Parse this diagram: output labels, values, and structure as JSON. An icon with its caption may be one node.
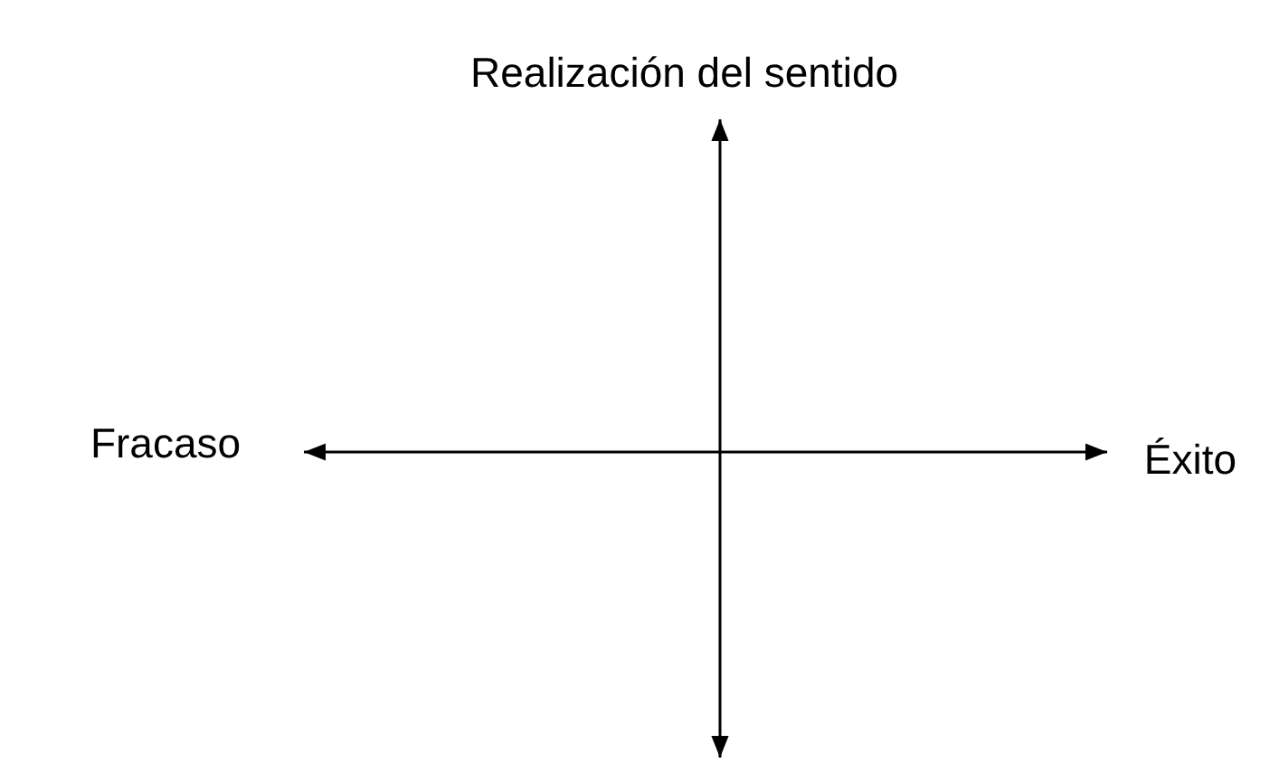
{
  "diagram": {
    "nodes": [
      {
        "text": [
          "Realización del sentido"
        ]
      },
      {
        "text": [
          "Fracaso"
        ]
      },
      {
        "text": [
          "Éxito"
        ]
      }
    ],
    "edges": [
      {
        "from": 1,
        "to": 2,
        "arrow": "both"
      },
      {
        "from": null,
        "to": 0,
        "arrow": "both"
      }
    ]
  }
}
